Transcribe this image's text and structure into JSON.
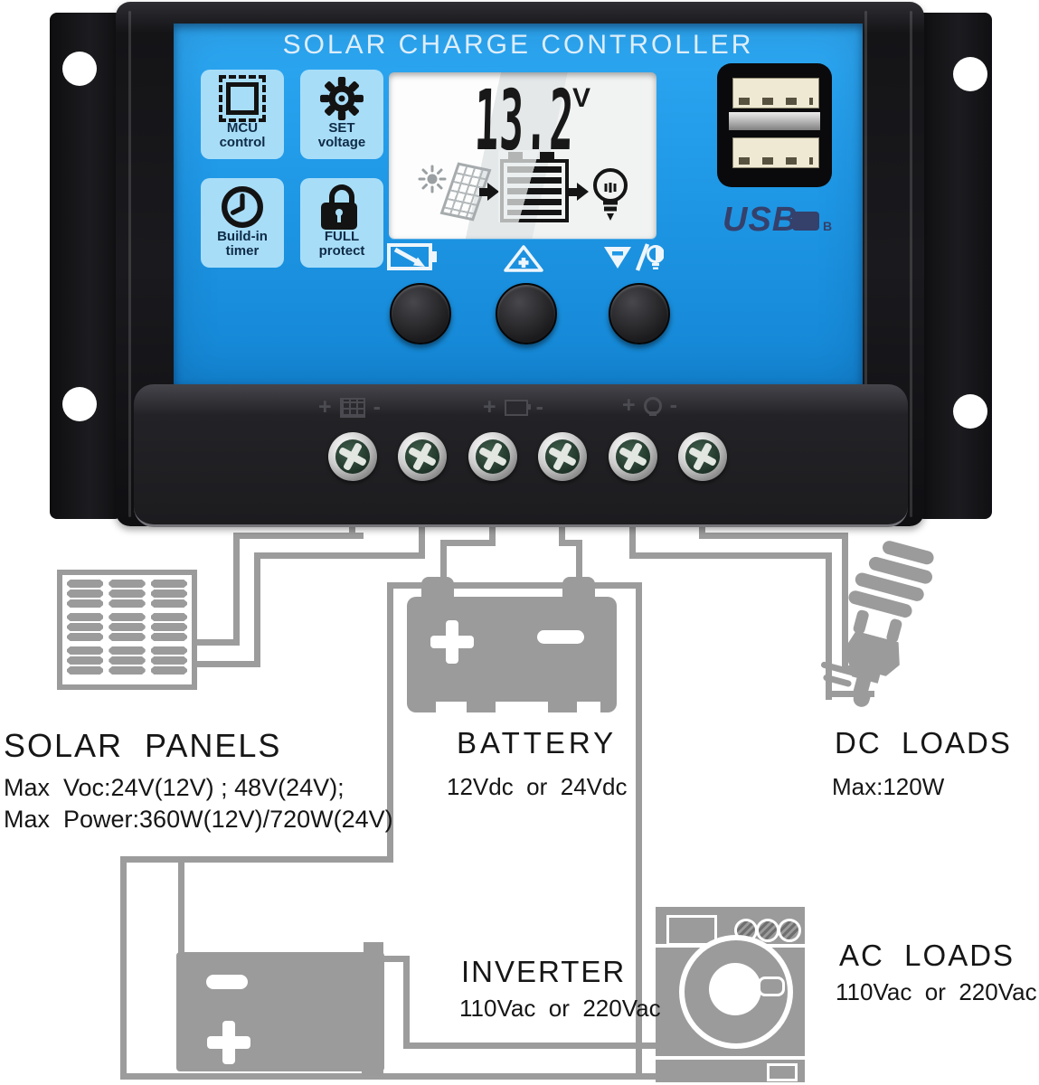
{
  "device": {
    "title": "SOLAR CHARGE CONTROLLER",
    "features": [
      {
        "icon": "mcu-stamp-icon",
        "line1": "MCU",
        "line2": "control"
      },
      {
        "icon": "gear-icon",
        "line1": "SET",
        "line2": "voltage"
      },
      {
        "icon": "clock-icon",
        "line1": "Build-in",
        "line2": "timer"
      },
      {
        "icon": "padlock-icon",
        "line1": "FULL",
        "line2": "protect"
      }
    ],
    "lcd": {
      "voltage": "13.2",
      "unit": "V"
    },
    "usb": {
      "label": "USB",
      "mark": "B"
    },
    "terminals": [
      {
        "plus": "+",
        "minus": "-",
        "icon": "solar-panel"
      },
      {
        "plus": "+",
        "minus": "-",
        "icon": "battery"
      },
      {
        "plus": "+",
        "minus": "-",
        "icon": "lamp"
      }
    ]
  },
  "diagram": {
    "solar_panels": {
      "title": "SOLAR  PANELS",
      "spec1": "Max  Voc:24V(12V) ; 48V(24V);",
      "spec2": "Max  Power:360W(12V)/720W(24V)"
    },
    "battery": {
      "title": "BATTERY",
      "spec1": "12Vdc  or  24Vdc"
    },
    "dc_loads": {
      "title": "DC  LOADS",
      "spec1": "Max:120W"
    },
    "inverter": {
      "title": "INVERTER",
      "spec1": "110Vac  or  220Vac"
    },
    "ac_loads": {
      "title": "AC  LOADS",
      "spec1": "110Vac  or  220Vac"
    }
  },
  "colors": {
    "panel_blue": "#1f98e6",
    "tile_blue": "#a8ddf8",
    "housing_black": "#17171a",
    "lcd_white": "#f1f3f3",
    "wire_gray": "#9c9c9c",
    "title_text": "#ddeefb",
    "usb_navy": "#35406b"
  }
}
